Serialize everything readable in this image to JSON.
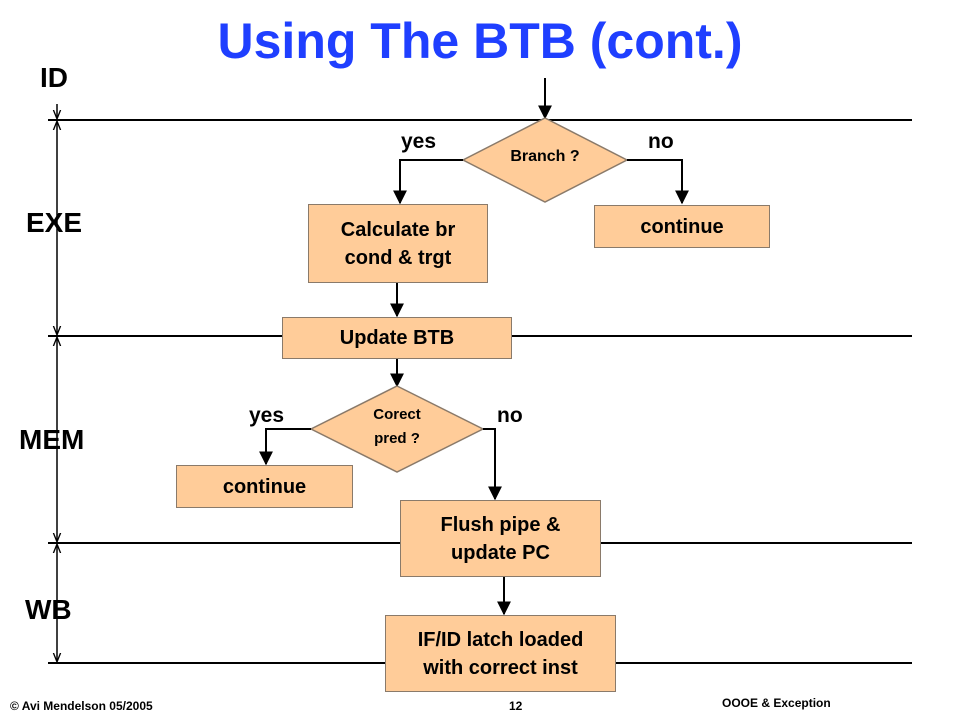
{
  "title": "Using The BTB (cont.)",
  "stages": {
    "id": "ID",
    "exe": "EXE",
    "mem": "MEM",
    "wb": "WB"
  },
  "decision_branch": {
    "label": "Branch ?",
    "yes": "yes",
    "no": "no"
  },
  "decision_pred": {
    "label": "Corect\npred ?",
    "yes": "yes",
    "no": "no"
  },
  "boxes": {
    "calc": "Calculate br\ncond & trgt",
    "continue_top": "continue",
    "update_btb": "Update BTB",
    "continue_bottom": "continue",
    "flush": "Flush pipe &\nupdate PC",
    "ifid": "IF/ID latch loaded\nwith correct inst"
  },
  "footer": {
    "author": "© Avi Mendelson 05/2005",
    "page": "12",
    "course": "OOOE & Exception"
  },
  "colors": {
    "title": "#1f3fff",
    "box_fill": "#ffcc99",
    "box_border": "#8a7a6a"
  }
}
